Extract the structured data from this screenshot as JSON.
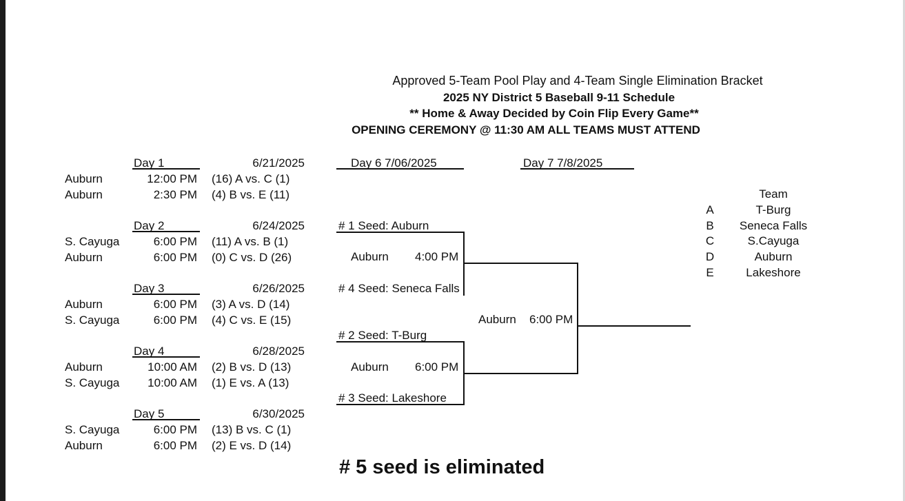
{
  "header": {
    "title": "Approved 5-Team Pool Play and 4-Team Single Elimination Bracket",
    "subtitle": "2025 NY District 5 Baseball 9-11 Schedule",
    "note": "** Home & Away Decided by Coin Flip Every Game**",
    "ceremony": "OPENING CEREMONY @ 11:30 AM ALL TEAMS MUST ATTEND"
  },
  "pool_play": {
    "days": [
      {
        "label": "Day 1",
        "date": "6/21/2025",
        "games": [
          {
            "site": "Auburn",
            "time": "12:00 PM",
            "matchup": "(16) A vs. C (1)"
          },
          {
            "site": "Auburn",
            "time": "2:30 PM",
            "matchup": "(4) B vs. E (11)"
          }
        ]
      },
      {
        "label": "Day 2",
        "date": "6/24/2025",
        "games": [
          {
            "site": "S. Cayuga",
            "time": "6:00 PM",
            "matchup": "(11) A vs. B (1)"
          },
          {
            "site": "Auburn",
            "time": "6:00 PM",
            "matchup": "(0) C vs. D (26)"
          }
        ]
      },
      {
        "label": "Day 3",
        "date": "6/26/2025",
        "games": [
          {
            "site": "Auburn",
            "time": "6:00 PM",
            "matchup": "(3) A vs. D (14)"
          },
          {
            "site": "S. Cayuga",
            "time": "6:00 PM",
            "matchup": "(4) C vs. E (15)"
          }
        ]
      },
      {
        "label": "Day 4",
        "date": "6/28/2025",
        "games": [
          {
            "site": "Auburn",
            "time": "10:00 AM",
            "matchup": "(2) B vs. D (13)"
          },
          {
            "site": "S. Cayuga",
            "time": "10:00 AM",
            "matchup": "(1) E vs. A (13)"
          }
        ]
      },
      {
        "label": "Day 5",
        "date": "6/30/2025",
        "games": [
          {
            "site": "S. Cayuga",
            "time": "6:00 PM",
            "matchup": "(13) B vs. C (1)"
          },
          {
            "site": "Auburn",
            "time": "6:00 PM",
            "matchup": "(2) E vs. D (14)"
          }
        ]
      }
    ]
  },
  "bracket": {
    "day6_label": "Day 6   7/06/2025",
    "day7_label": "Day 7  7/8/2025",
    "seed1": "# 1 Seed: Auburn",
    "seed4": "# 4 Seed: Seneca Falls",
    "seed2": "# 2 Seed: T-Burg",
    "seed3": "# 3 Seed: Lakeshore",
    "semi1_site": "Auburn",
    "semi1_time": "4:00 PM",
    "semi2_site": "Auburn",
    "semi2_time": "6:00 PM",
    "final_site": "Auburn",
    "final_time": "6:00 PM"
  },
  "teams": {
    "header": "Team",
    "list": [
      {
        "letter": "A",
        "name": "T-Burg"
      },
      {
        "letter": "B",
        "name": "Seneca Falls"
      },
      {
        "letter": "C",
        "name": "S.Cayuga"
      },
      {
        "letter": "D",
        "name": "Auburn"
      },
      {
        "letter": "E",
        "name": "Lakeshore"
      }
    ]
  },
  "footer": "# 5 seed is eliminated"
}
